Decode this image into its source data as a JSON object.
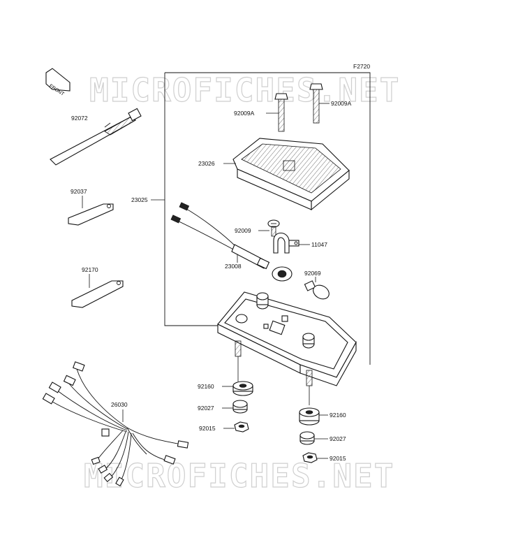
{
  "figure_code": "F2720",
  "watermark_text": "MICROFICHES.NET",
  "front_arrow_text": "FRONT",
  "parts": {
    "p92072": "92072",
    "p92037": "92037",
    "p92170": "92170",
    "p26030": "26030",
    "p23025": "23025",
    "p92009A_left": "92009A",
    "p92009A_right": "92009A",
    "p23026": "23026",
    "p92009": "92009",
    "p11047": "11047",
    "p23008": "23008",
    "p92069": "92069",
    "p92160_left": "92160",
    "p92027_left": "92027",
    "p92015_left": "92015",
    "p92160_right": "92160",
    "p92027_right": "92027",
    "p92015_right": "92015"
  }
}
